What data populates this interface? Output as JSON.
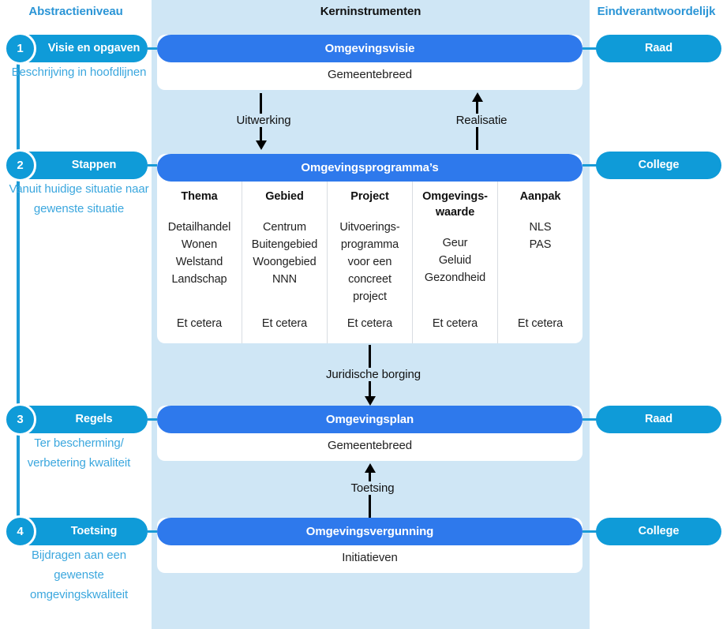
{
  "headers": {
    "left": "Abstractieniveau",
    "middle": "Kerninstrumenten",
    "right": "Eindverantwoordelijk"
  },
  "colors": {
    "panel_background": "#cfe6f5",
    "teal_pill": "#0f9bd8",
    "blue_bar": "#2e79ec",
    "heading_blue": "#2b95d6",
    "description_blue": "#3ba7de",
    "card_white": "#ffffff",
    "arrow_black": "#000000"
  },
  "levels": [
    {
      "number": "1",
      "label": "Visie en opgaven",
      "description": "Beschrijving in hoofdlijnen"
    },
    {
      "number": "2",
      "label": "Stappen",
      "description": "Vanuit huidige situatie naar gewenste situatie"
    },
    {
      "number": "3",
      "label": "Regels",
      "description": "Ter bescherming/ verbetering kwaliteit"
    },
    {
      "number": "4",
      "label": "Toetsing",
      "description": "Bijdragen aan een gewenste omgevingskwaliteit"
    }
  ],
  "instruments": [
    {
      "title": "Omgevingsvisie",
      "subtitle": "Gemeentebreed"
    },
    {
      "title": "Omgevingsprogramma’s",
      "subtitle": ""
    },
    {
      "title": "Omgevingsplan",
      "subtitle": "Gemeentebreed"
    },
    {
      "title": "Omgevingsvergunning",
      "subtitle": "Initiatieven"
    }
  ],
  "program_table": {
    "columns": [
      {
        "name": "Thema",
        "items": "Detailhandel\nWonen\nWelstand\nLandschap",
        "etc": "Et cetera"
      },
      {
        "name": "Gebied",
        "items": "Centrum\nBuitengebied\nWoongebied\nNNN",
        "etc": "Et cetera"
      },
      {
        "name": "Project",
        "items": "Uitvoerings-\nprogramma\nvoor een\nconcreet\nproject",
        "etc": "Et cetera"
      },
      {
        "name": "Omgevings-\nwaarde",
        "items": "Geur\nGeluid\nGezondheid",
        "etc": "Et cetera"
      },
      {
        "name": "Aanpak",
        "items": "NLS\nPAS",
        "etc": "Et cetera"
      }
    ]
  },
  "flow_arrows": [
    {
      "label": "Uitwerking",
      "direction": "down"
    },
    {
      "label": "Realisatie",
      "direction": "up"
    },
    {
      "label": "Juridische borging",
      "direction": "down"
    },
    {
      "label": "Toetsing",
      "direction": "up"
    }
  ],
  "responsibles": [
    {
      "label": "Raad"
    },
    {
      "label": "College"
    },
    {
      "label": "Raad"
    },
    {
      "label": "College"
    }
  ]
}
